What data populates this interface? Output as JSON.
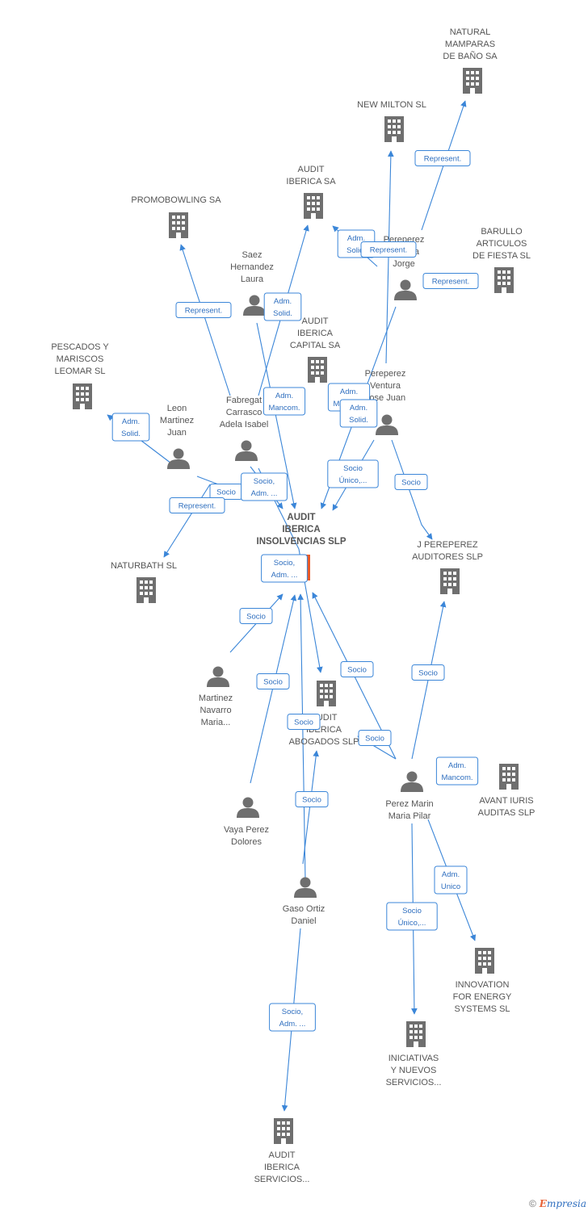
{
  "colors": {
    "edge": "#3b86d8",
    "icon": "#6f6f6f",
    "center_icon": "#e85a28",
    "label_border": "#3b86d8",
    "label_text": "#2f6fbf"
  },
  "nodes": {
    "audit_insolvencias": {
      "type": "company",
      "lines": [
        "AUDIT",
        "IBERICA",
        "INSOLVENCIAS SLP"
      ],
      "center": true
    },
    "natural_mamparas": {
      "type": "company",
      "lines": [
        "NATURAL",
        "MAMPARAS",
        "DE BAÑO SA"
      ]
    },
    "new_milton": {
      "type": "company",
      "lines": [
        "NEW MILTON SL"
      ]
    },
    "audit_iberica_sa": {
      "type": "company",
      "lines": [
        "AUDIT",
        "IBERICA SA"
      ]
    },
    "promobowling": {
      "type": "company",
      "lines": [
        "PROMOBOWLING SA"
      ]
    },
    "barullo": {
      "type": "company",
      "lines": [
        "BARULLO",
        "ARTICULOS",
        "DE FIESTA SL"
      ]
    },
    "audit_capital": {
      "type": "company",
      "lines": [
        "AUDIT",
        "IBERICA",
        "CAPITAL SA"
      ]
    },
    "pescados": {
      "type": "company",
      "lines": [
        "PESCADOS Y",
        "MARISCOS",
        "LEOMAR SL"
      ]
    },
    "naturbath": {
      "type": "company",
      "lines": [
        "NATURBATH  SL"
      ]
    },
    "j_pereperez": {
      "type": "company",
      "lines": [
        "J PEREPEREZ",
        "AUDITORES SLP"
      ]
    },
    "audit_abogados": {
      "type": "company",
      "lines": [
        "AUDIT",
        "IBERICA",
        "ABOGADOS SLP"
      ]
    },
    "avant_iuris": {
      "type": "company",
      "lines": [
        "AVANT IURIS",
        "AUDITAS  SLP"
      ]
    },
    "innovation": {
      "type": "company",
      "lines": [
        "INNOVATION",
        "FOR ENERGY",
        "SYSTEMS  SL"
      ]
    },
    "iniciativas": {
      "type": "company",
      "lines": [
        "INICIATIVAS",
        "Y NUEVOS",
        "SERVICIOS..."
      ]
    },
    "audit_servicios": {
      "type": "company",
      "lines": [
        "AUDIT",
        "IBERICA",
        "SERVICIOS..."
      ]
    },
    "saez": {
      "type": "person",
      "lines": [
        "Saez",
        "Hernandez",
        "Laura"
      ]
    },
    "pereperez_jorge": {
      "type": "person",
      "lines": [
        "Pereperez",
        "Ventura",
        "Jorge"
      ]
    },
    "pereperez_juan": {
      "type": "person",
      "lines": [
        "Pereperez",
        "Ventura",
        "Jose Juan"
      ]
    },
    "leon": {
      "type": "person",
      "lines": [
        "Leon",
        "Martinez",
        "Juan"
      ]
    },
    "fabregat": {
      "type": "person",
      "lines": [
        "Fabregat",
        "Carrasco",
        "Adela Isabel"
      ]
    },
    "martinez_navarro": {
      "type": "person",
      "lines": [
        "Martinez",
        "Navarro",
        "Maria..."
      ]
    },
    "vaya": {
      "type": "person",
      "lines": [
        "Vaya Perez",
        "Dolores"
      ]
    },
    "gaso": {
      "type": "person",
      "lines": [
        "Gaso Ortiz",
        "Daniel"
      ]
    },
    "perez_marin": {
      "type": "person",
      "lines": [
        "Perez Marin",
        "Maria Pilar"
      ]
    }
  },
  "edge_labels": {
    "represent_natural": [
      "Represent."
    ],
    "adm_solid_audit_sa_saez": [
      "Adm.",
      "Solid."
    ],
    "adm_solid_audit_sa_jorge": [
      "Adm.",
      "Solid."
    ],
    "represent_jorge_newmilton": [
      "Represent."
    ],
    "represent_barullo": [
      "Represent."
    ],
    "represent_promobowling": [
      "Represent."
    ],
    "adm_mancom_fabregat": [
      "Adm.",
      "Mancom."
    ],
    "adm_mancom_juan": [
      "Adm.",
      "Mancom."
    ],
    "adm_solid_juan_capital": [
      "Adm.",
      "Solid."
    ],
    "adm_solid_pescados": [
      "Adm.",
      "Solid."
    ],
    "socio_leon": [
      "Socio"
    ],
    "represent_naturbath": [
      "Represent."
    ],
    "socio_adm_fabregat": [
      "Socio,",
      "Adm. ..."
    ],
    "socio_unico_juan": [
      "Socio",
      "Único,..."
    ],
    "socio_juan_jpereperez": [
      "Socio"
    ],
    "socio_adm_fabregat_abogados": [
      "Socio,",
      "Adm. ..."
    ],
    "socio_martinez": [
      "Socio"
    ],
    "socio_vaya": [
      "Socio"
    ],
    "socio_abogados_up": [
      "Socio"
    ],
    "socio_perez_center": [
      "Socio"
    ],
    "socio_perez_jpereperez": [
      "Socio"
    ],
    "socio_perez_abogados": [
      "Socio"
    ],
    "adm_mancom_avant": [
      "Adm.",
      "Mancom."
    ],
    "socio_gaso_abogados": [
      "Socio"
    ],
    "adm_unico_innovation": [
      "Adm.",
      "Unico"
    ],
    "socio_unico_iniciativas": [
      "Socio",
      "Único,..."
    ],
    "socio_adm_servicios": [
      "Socio,",
      "Adm. ..."
    ]
  },
  "footer": {
    "copyright": "©",
    "brand_initial": "E",
    "brand_rest": "mpresia"
  }
}
